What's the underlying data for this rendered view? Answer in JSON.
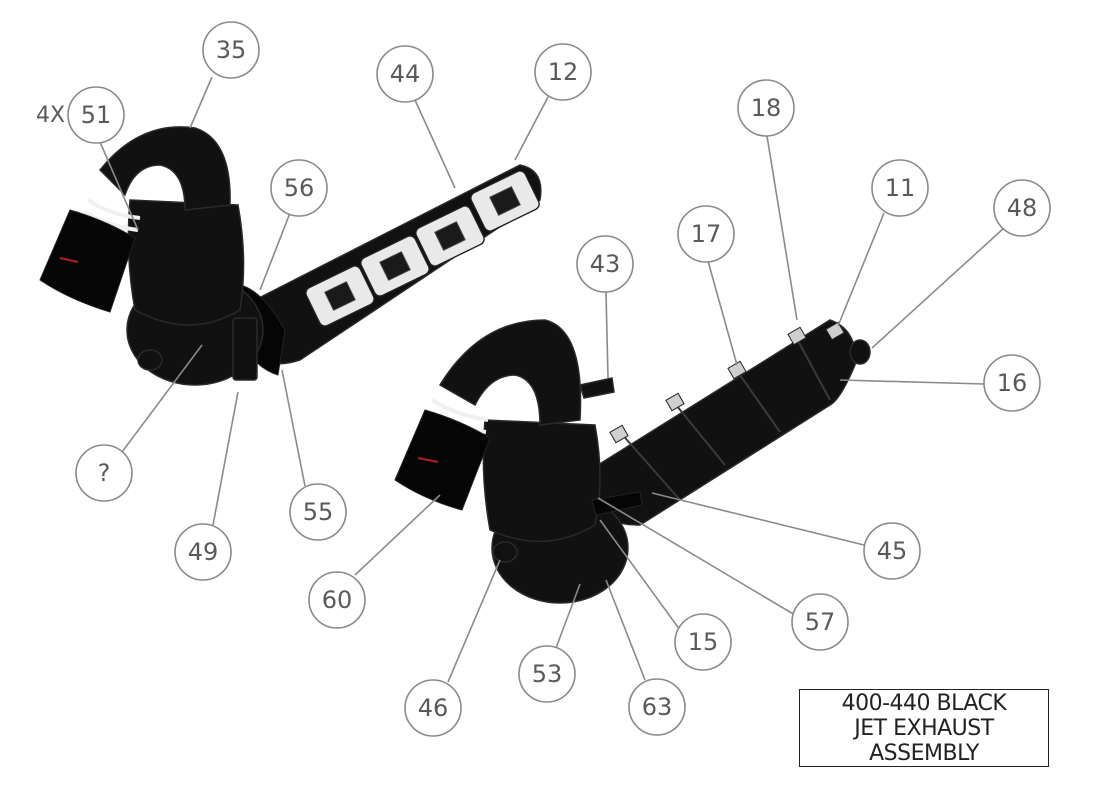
{
  "quantity_note": "4X",
  "title_block": {
    "lines": [
      "400-440 BLACK",
      "JET EXHAUST",
      "ASSEMBLY"
    ]
  },
  "balloons": [
    {
      "label": "35"
    },
    {
      "label": "51"
    },
    {
      "label": "44"
    },
    {
      "label": "12"
    },
    {
      "label": "56"
    },
    {
      "label": "18"
    },
    {
      "label": "11"
    },
    {
      "label": "48"
    },
    {
      "label": "17"
    },
    {
      "label": "43"
    },
    {
      "label": "16"
    },
    {
      "label": "?"
    },
    {
      "label": "49"
    },
    {
      "label": "55"
    },
    {
      "label": "45"
    },
    {
      "label": "60"
    },
    {
      "label": "57"
    },
    {
      "label": "15"
    },
    {
      "label": "53"
    },
    {
      "label": "46"
    },
    {
      "label": "63"
    }
  ],
  "colors": {
    "part_fill": "#111111",
    "balloon_stroke": "#8a8a8a",
    "text": "#5a5a5a",
    "flange": "#e9e9e9"
  }
}
